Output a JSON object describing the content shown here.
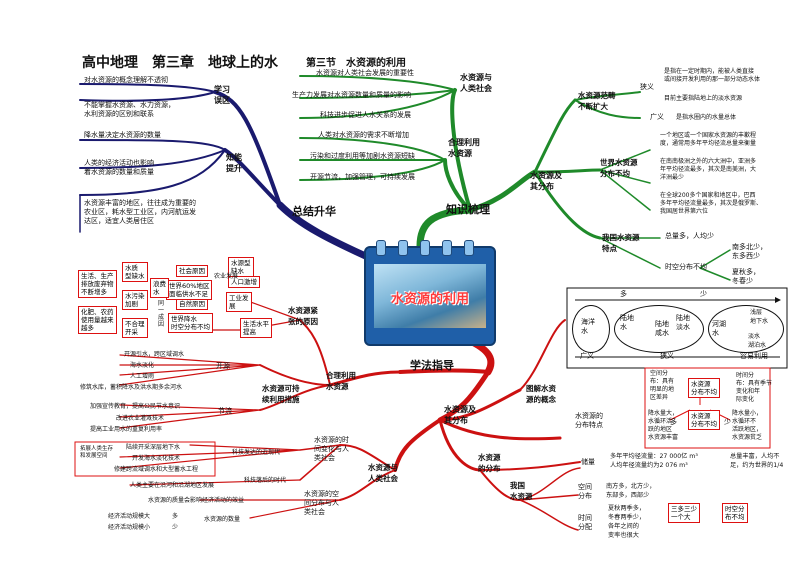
{
  "header": {
    "title": "高中地理　第三章　地球上的水",
    "section": "第三节　水资源的利用"
  },
  "center": {
    "label": "水资源的利用"
  },
  "branches": {
    "summary": "总结升华",
    "knowledge": "知识梳理",
    "method": "学法指导"
  },
  "summary": {
    "misconceptions": {
      "label": "学习\n误区",
      "items": [
        "对水资源的概念理解不透彻",
        "不能掌握水资源、水力资源，\n水利资源的区别和联系"
      ]
    },
    "upgrade": {
      "label": "知能\n提升",
      "items": [
        "降水量决定水资源的数量",
        "人类的经济活动也影响\n着水资源的数量和质量",
        "水资源丰富的地区，往往成为重要的\n农业区，耗水型工业区，内河航运发\n达区，适宜人类居住区"
      ]
    }
  },
  "knowledge": {
    "society": {
      "label": "水资源与\n人类社会",
      "items": [
        "水资源对人类社会发展的重要性",
        "生产力发展对水资源数量和质量的影响",
        "科技进步促进人水关系的发展"
      ]
    },
    "rational": {
      "label": "合理利用\n水资源",
      "items": [
        "人类对水资源的需求不断增加",
        "污染和过度利用等加剧水资源短缺",
        "开源节流，加强管理，可持续发展"
      ]
    },
    "range": {
      "label": "水资源范畴\n不断扩大",
      "narrow_label": "狭义",
      "narrow_items": [
        "是指在一定时期内，能被人类直接\n或间接开发利用的那一部分动态水体",
        "目前主要指陆地上的淡水资源"
      ],
      "broad_label": "广义",
      "broad_item": "是指水圈内的水量总体"
    },
    "distribution": {
      "label": "水资源及\n其分布",
      "world_label": "世界水资源\n分布不均",
      "world_items": [
        "一个地区或一个国家水资源的丰歉程\n度，通常用多年平均径流总量来衡量",
        "在南南极洲之外的六大洲中，亚洲多\n年平均径流最多，其次是南美洲，大\n洋洲最少",
        "在全球200多个国家和地区中，巴西\n多年平均径流量最多，其次是俄罗斯、\n我国居世界第六位"
      ],
      "china_label": "我国水资源\n特点",
      "china_total": "总量多，人均少",
      "china_uneven": "时空分布不均",
      "china_spatial": "南多北少，\n东多西少",
      "china_temporal": "夏秋多，\n冬春少"
    }
  },
  "method": {
    "concept": {
      "label": "图解水资\n源的概念",
      "top_more": "多",
      "top_less": "少",
      "circles": [
        "海洋\n水",
        "陆地\n水",
        "陆地\n咸水",
        "陆地\n淡水",
        "河湖\n水",
        "浅层\n地下水",
        "淡水\n湖泊水"
      ],
      "bottom_broad": "广义",
      "bottom_narrow": "狭义",
      "bottom_easy": "容易利用"
    },
    "features": {
      "label": "水资源的\n分布特点",
      "center": "水资源\n分布不均",
      "spatial_label": "空间分\n布：具有\n明显的地\n区差异",
      "temporal_label": "时间分\n布：具有季节\n变化和年\n际变化",
      "much": "降水量大，\n水循环活\n跃的地区\n水资源丰富",
      "little": "降水量小，\n水循环不\n活跃地区，\n水资源贫乏",
      "rich": "多",
      "poor": "少"
    },
    "dist_label": "水资源及\n其分布",
    "distribution": {
      "label": "水资源\n的分布",
      "china_label": "我国\n水资源",
      "amount_label": "储量",
      "amount_text": "多年平均径流量：27 000亿 m³\n人均年径流量约为2 076 m³",
      "amount_note": "总量丰富，人均不\n足，约为世界的1/4",
      "spatial_label": "空间\n分布",
      "spatial_text": "南方多，北方少，\n东部多，西部少",
      "temporal_label": "时间\n分配",
      "temporal_text": "夏秋两季多，\n冬春两季少，\n各年之间的\n变率也很大",
      "tri": "三多三少\n一个大",
      "uneven": "时空分\n布不均"
    },
    "sustainable": {
      "label": "水资源可持\n续利用措施",
      "open_label": "开源",
      "open_items": [
        "开源引水，跨区域调水",
        "海水淡化",
        "人工增雨",
        "修筑水库，蓄积降水及洪水期多余河水"
      ],
      "save_label": "节流",
      "save_items": [
        "加强宣传教育，提高公民节水意识",
        "改进农业灌溉技术",
        "提高工业用水的重复利用率"
      ]
    },
    "shortage": {
      "label": "水资源紧\n张的原因",
      "social": "社会原因",
      "natural": "自然原因",
      "population": "人口激增",
      "agri": "农业发展",
      "industry": "工业发\n展",
      "living": "生活水平\n提高",
      "world60": "世界60%地区\n面临供水不足",
      "uneven_dist": "世界降水\n时空分布不均",
      "source_type": "水源型\n缺水",
      "quality_type": "水质\n型缺水",
      "pollution": "水污染\n加剧",
      "waste": "浪费\n水",
      "unreasonable": "不合理\n开采",
      "left_items": [
        "生活、生产\n排放废弃物\n不断增多",
        "化肥、农药\n使用量越来\n越多"
      ],
      "rational_use": "合理利用\n水资源",
      "same_cause": "同\n一\n成\n因"
    },
    "society": {
      "label": "水资源与\n人类社会",
      "tech_developed": "科技发达的近现代",
      "tech_backward": "科技落后的时代",
      "time_label": "水资源的时\n间变化与人\n类社会",
      "space_label": "水资源的空\n间分布与人\n类社会",
      "dev_items": [
        "陆续开采深层地下水",
        "开发海水淡化技术",
        "修建跨流域调水和大型蓄水工程"
      ],
      "dev_left": "拓展人类生存\n和发展空间",
      "backward_item": "人类主要在沿河和沿湖地区发展",
      "quality_item": "水资源的质量会影响经济活动的效益",
      "quantity_label": "水资源的数量",
      "scale_big": "经济活动规模大",
      "scale_small": "经济活动规模小",
      "more": "多",
      "less": "少"
    }
  }
}
